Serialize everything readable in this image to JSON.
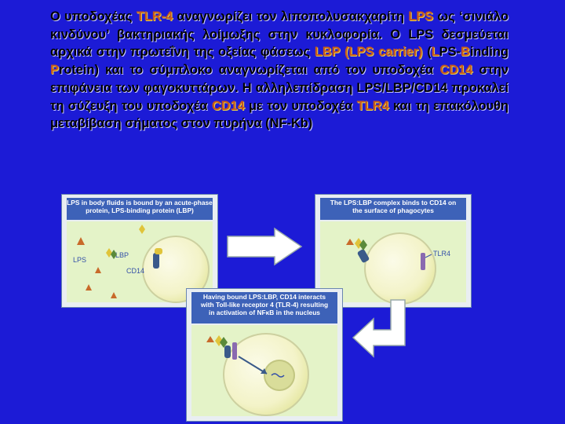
{
  "paragraph": {
    "s1": "Ο υποδοχέας ",
    "s2": "TLR-4",
    "s3": " αναγνωρίζει τον λιποπολυσακχαρίτη ",
    "s4": "LPS",
    "s5": " ως ‘σινιάλο κινδύνου’ βακτηριακής λοίμωξης στην κυκλοφορία.  Ο LPS δεσμεύεται αρχικά στην πρωτεΐνη της οξείας φάσεως ",
    "s6": "LBP (LPS carrier)",
    "s7": " (",
    "s8": "L",
    "s9": "PS-",
    "s10": "B",
    "s11": "inding ",
    "s12": "P",
    "s13": "rotein) και το σύμπλοκο αναγνωρίζεται από τον υποδοχέα ",
    "s14": "CD14",
    "s15": " στην επιφάνεια των φαγοκυττάρων. Η αλληλεπίδραση LPS/LBP/CD14 προκαλεί τη σύζευξη του υποδοχέα ",
    "s16": "CD14",
    "s17": " με τον υποδοχέα ",
    "s18": "TLR4",
    "s19": " και τη επακόλουθη μεταβίβαση σήματος στον πυρήνα (NF-Kb)"
  },
  "panel1": {
    "caption": "LPS in body fluids is bound by an acute-phase\nprotein, LPS-binding protein (LBP)",
    "labels": {
      "lps": "LPS",
      "lbp": "LBP",
      "cd14": "CD14"
    }
  },
  "panel2": {
    "caption": "The LPS:LBP complex binds to CD14 on\nthe surface of phagocytes",
    "labels": {
      "tlr4": "TLR4"
    }
  },
  "panel3": {
    "caption": "Having bound LPS:LBP, CD14 interacts\nwith Toll-like receptor 4 (TLR-4) resulting\nin activation of NFκB in the nucleus"
  },
  "colors": {
    "background": "#1c1bd6",
    "highlight": "#c85a1a",
    "caption_bg": "#3d62b8",
    "panel_body": "#e4f3c8"
  }
}
